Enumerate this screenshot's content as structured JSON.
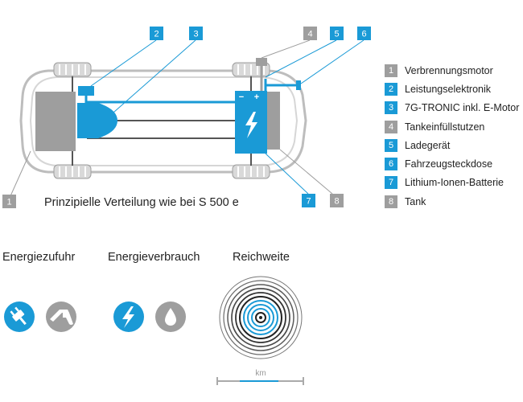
{
  "colors": {
    "blue": "#1a9ad6",
    "gray": "#9e9e9e",
    "dark": "#333333",
    "outline": "#bdbdbd",
    "body": "#cfcfcf"
  },
  "diagram": {
    "caption": "Prinzipielle Verteilung wie bei S 500 e",
    "battery_polarity": {
      "minus": "−",
      "plus": "+"
    },
    "markers": [
      {
        "num": "1",
        "tone": "gray"
      },
      {
        "num": "2",
        "tone": "blue"
      },
      {
        "num": "3",
        "tone": "blue"
      },
      {
        "num": "4",
        "tone": "gray"
      },
      {
        "num": "5",
        "tone": "blue"
      },
      {
        "num": "6",
        "tone": "blue"
      },
      {
        "num": "7",
        "tone": "blue"
      },
      {
        "num": "8",
        "tone": "gray"
      }
    ]
  },
  "legend": [
    {
      "num": "1",
      "label": "Verbrennungsmotor",
      "tone": "gray"
    },
    {
      "num": "2",
      "label": "Leistungselektronik",
      "tone": "blue"
    },
    {
      "num": "3",
      "label": "7G-TRONIC inkl. E-Motor",
      "tone": "blue"
    },
    {
      "num": "4",
      "label": "Tankeinfüllstutzen",
      "tone": "gray"
    },
    {
      "num": "5",
      "label": "Ladegerät",
      "tone": "blue"
    },
    {
      "num": "6",
      "label": "Fahrzeugsteckdose",
      "tone": "blue"
    },
    {
      "num": "7",
      "label": "Lithium-Ionen-Batterie",
      "tone": "blue"
    },
    {
      "num": "8",
      "label": "Tank",
      "tone": "gray"
    }
  ],
  "sections": {
    "energy_supply": {
      "title": "Energiezufuhr",
      "icons": [
        {
          "name": "plug-icon",
          "tone": "blue"
        },
        {
          "name": "fuel-nozzle-icon",
          "tone": "gray"
        }
      ]
    },
    "energy_consumption": {
      "title": "Energieverbrauch",
      "icons": [
        {
          "name": "lightning-icon",
          "tone": "blue"
        },
        {
          "name": "fuel-drop-icon",
          "tone": "gray"
        }
      ]
    },
    "range": {
      "title": "Reichweite",
      "unit": "km"
    }
  }
}
